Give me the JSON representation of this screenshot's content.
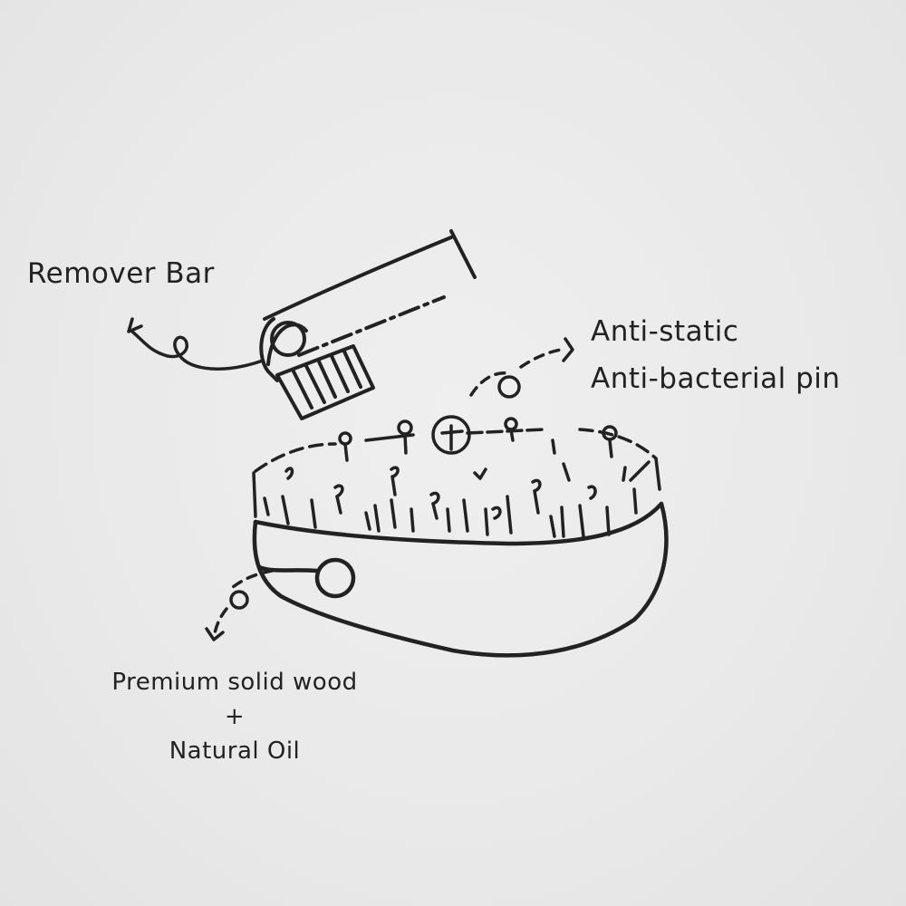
{
  "labels": {
    "remover_bar": "Remover Bar",
    "pin_line1": "Anti-static",
    "pin_line2": "Anti-bacterial pin",
    "wood_line1": "Premium solid wood",
    "wood_plus": "+",
    "wood_line2": "Natural Oil"
  },
  "colors": {
    "ink": "#222222",
    "background": "#eaeaea"
  }
}
